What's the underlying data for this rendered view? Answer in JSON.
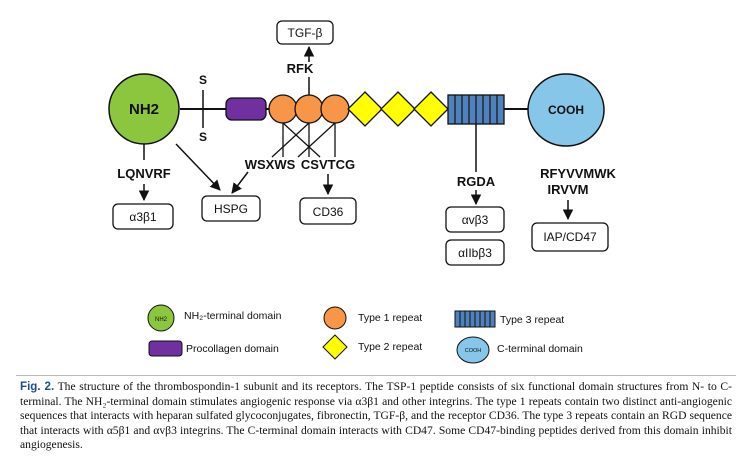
{
  "diagram": {
    "nh2_domain": "NH2",
    "cooh_domain": "COOH",
    "disulfide_top": "S",
    "disulfide_bottom": "S",
    "rfk": "RFK",
    "tgfb": "TGF-β",
    "lqnvrf": "LQNVRF",
    "a3b1": "α3β1",
    "hspg": "HSPG",
    "wsxws": "WSXWS",
    "csvtcg": "CSVTCG",
    "cd36": "CD36",
    "rgda": "RGDA",
    "avb3": "αvβ3",
    "aiibb3": "αIIbβ3",
    "rfyvvmwk": "RFYVVMWK",
    "irvvm": "IRVVM",
    "iap_cd47": "IAP/CD47"
  },
  "legend": {
    "nh2_icon": "NH2",
    "nh2_label": "NH₂-terminal domain",
    "procollagen_label": "Procollagen domain",
    "type1_label": "Type 1 repeat",
    "type2_label": "Type 2 repeat",
    "type3_label": "Type 3 repeat",
    "cooh_icon": "COOH",
    "cterminal_label": "C-terminal domain"
  },
  "colors": {
    "nh2": "#8cc63f",
    "cooh": "#86c6e8",
    "procollagen": "#7030a0",
    "type1": "#f79646",
    "type2": "#ffff00",
    "type3": "#4f81bd"
  },
  "caption": {
    "label": "Fig. 2.",
    "text": "The structure of the thrombospondin-1 subunit and its receptors. The TSP-1 peptide consists of six functional domain structures from N- to C-terminal. The NH₂-terminal domain stimulates angiogenic response via α3β1 and other integrins. The type 1 repeats contain two distinct anti-angiogenic sequences that interacts with heparan sulfated glycoconjugates, fibronectin, TGF-β, and the receptor CD36. The type 3 repeats contain an RGD sequence that interacts with α5β1 and αvβ3 integrins. The C-terminal domain interacts with CD47. Some CD47-binding peptides derived from this domain inhibit angiogenesis."
  }
}
